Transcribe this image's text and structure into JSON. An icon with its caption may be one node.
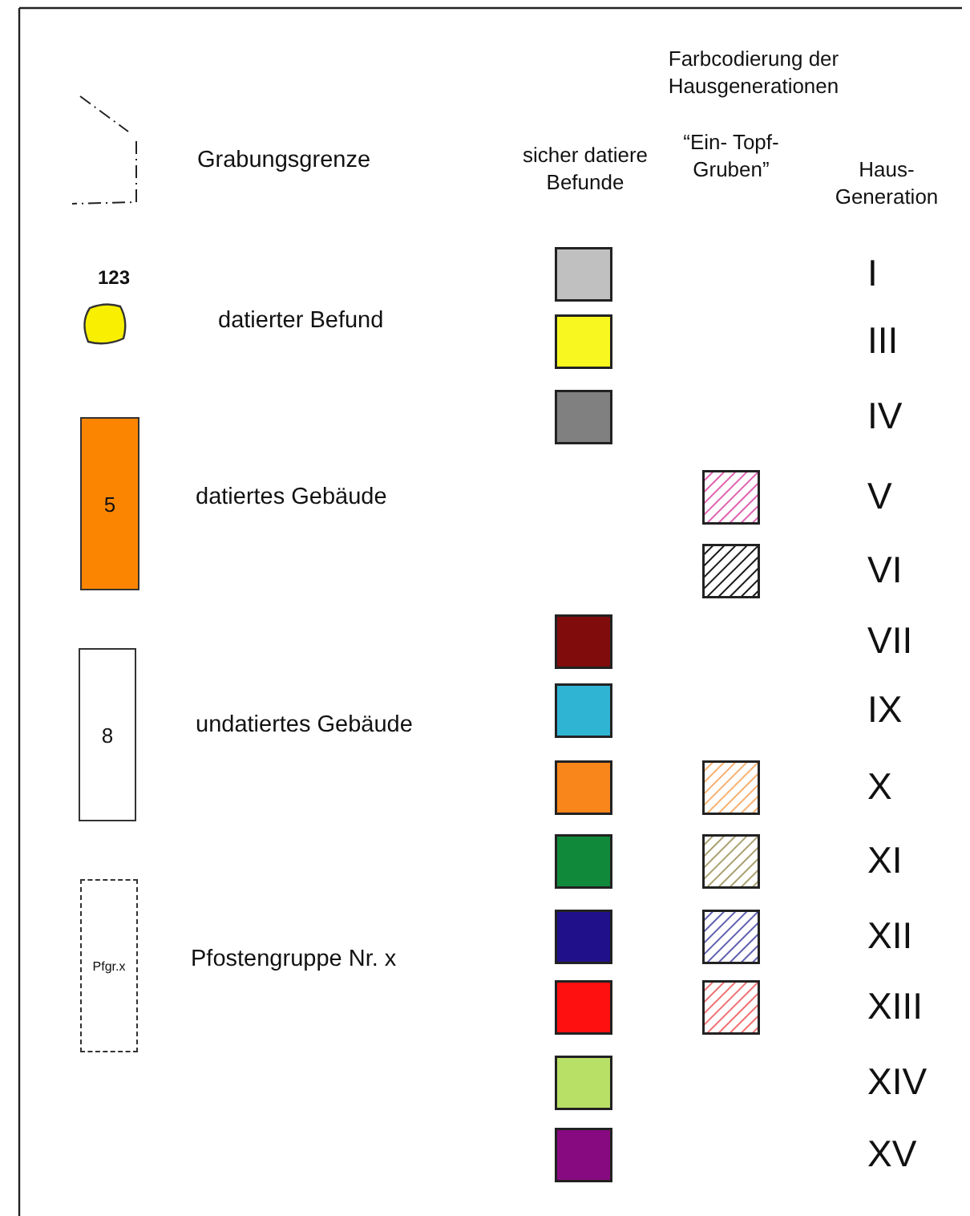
{
  "diagram": {
    "title": "Farbcodierung der Hausgenerationen",
    "nodes": [
      {
        "text": [
          "5"
        ]
      },
      {
        "text": [
          "8"
        ]
      },
      {
        "text": [
          "Pfgr.x"
        ]
      }
    ],
    "edges": [],
    "labels": [
      "123",
      "sicher datiere Befunde",
      "“Ein- Topf- Gruben”",
      "Haus- Generation"
    ],
    "legend": [
      {
        "text": "Grabungsgrenze"
      },
      {
        "text": "datierter Befund"
      },
      {
        "text": "datiertes Gebäude"
      },
      {
        "text": "undatiertes Gebäude"
      },
      {
        "text": "Pfostengruppe Nr. x"
      },
      {
        "text": "I",
        "color": "#c0c0c0"
      },
      {
        "text": "III",
        "color": "#f8f820"
      },
      {
        "text": "IV",
        "color": "#808080"
      },
      {
        "text": "V",
        "color": "#e060b0"
      },
      {
        "text": "VI",
        "color": "#1a1a1a"
      },
      {
        "text": "VII",
        "color": "#800c0c"
      },
      {
        "text": "IX",
        "color": "#30b4d4"
      },
      {
        "text": "X",
        "color": "#f8861a"
      },
      {
        "text": "XI",
        "color": "#108a3a"
      },
      {
        "text": "XII",
        "color": "#20108a"
      },
      {
        "text": "XIII",
        "color": "#ff1010"
      },
      {
        "text": "XIV",
        "color": "#b8e066"
      },
      {
        "text": "XV",
        "color": "#880a80"
      }
    ]
  }
}
